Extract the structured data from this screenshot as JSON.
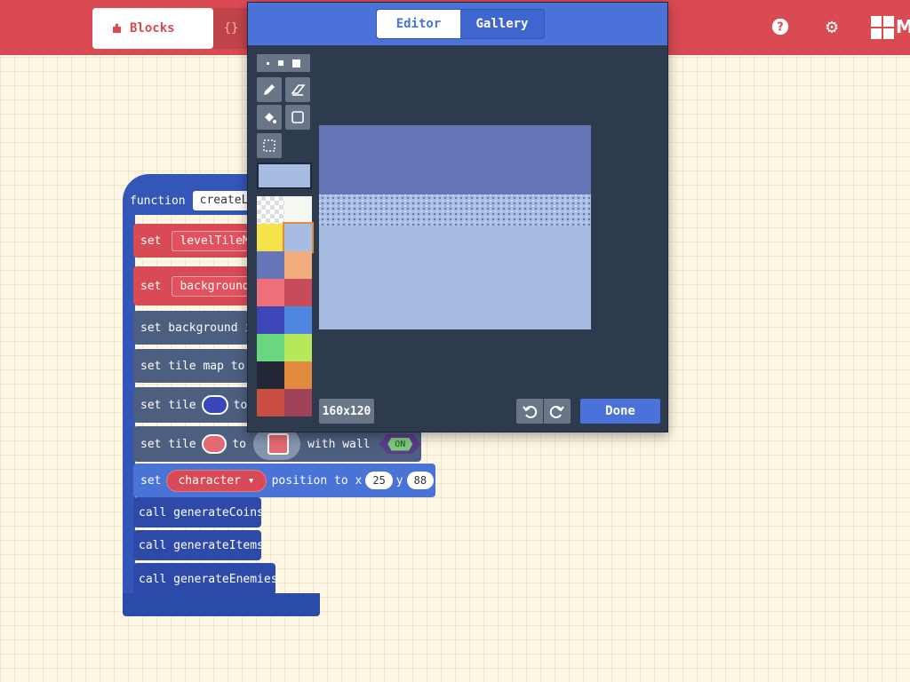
{
  "header": {
    "blocks_tab": "Blocks",
    "js_tab": "{}",
    "logo_letter": "M"
  },
  "blocks": {
    "function_keyword": "function",
    "function_name": "createLe",
    "set1": {
      "keyword": "set",
      "var": "levelTileMa"
    },
    "set2": {
      "keyword": "set",
      "var": "backgroundM"
    },
    "set_background": "set background i",
    "set_tilemap": "set tile map to",
    "set_tile1": {
      "keyword": "set tile",
      "to": "to",
      "color": "#3a47b8"
    },
    "set_tile2": {
      "keyword": "set tile",
      "to": "to",
      "with_wall": "with wall",
      "toggle": "ON",
      "color": "#e46a72"
    },
    "set_pos": {
      "keyword": "set",
      "sprite": "character",
      "label": "position to x",
      "x": "25",
      "y_label": "y",
      "y": "88"
    },
    "calls": [
      "call generateCoins",
      "call generateItems",
      "call generateEnemies"
    ]
  },
  "editor": {
    "tabs": [
      "Editor",
      "Gallery"
    ],
    "active_tab": "Editor",
    "size_label": "160x120",
    "done_label": "Done",
    "current_color": "#a6bce0",
    "palette": [
      "transparent",
      "#f4f7f2",
      "#f5e34a",
      "#a6bce0",
      "#6675b8",
      "#f0ac7c",
      "#ef6f7a",
      "#c84b5c",
      "#3d47b8",
      "#4f86e0",
      "#6ad880",
      "#b5e85a",
      "#232735",
      "#e08b3e",
      "#c84e40",
      "#a04158"
    ],
    "canvas_top_color": "#6675b8",
    "canvas_bottom_color": "#a6bce0"
  },
  "colors": {
    "header_red": "#d94a52",
    "accent_blue": "#4b72d9",
    "editor_bg": "#2e3a4e"
  }
}
